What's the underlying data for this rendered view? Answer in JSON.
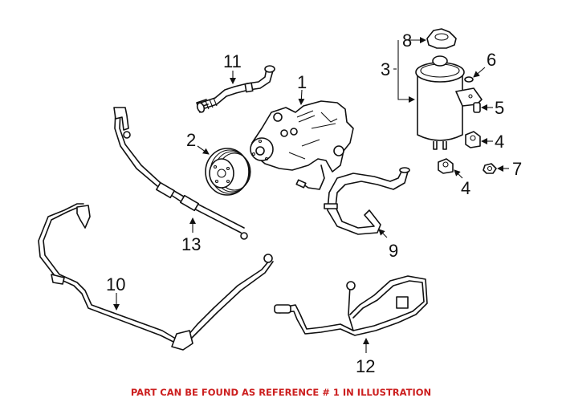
{
  "caption": {
    "text": "PART CAN BE FOUND AS REFERENCE # 1 IN ILLUSTRATION",
    "color": "#cc1f1f"
  },
  "callouts": [
    {
      "ref": "1",
      "part": "power-steering-pump"
    },
    {
      "ref": "2",
      "part": "pulley"
    },
    {
      "ref": "3",
      "part": "reservoir"
    },
    {
      "ref": "4",
      "part": "grommet-upper"
    },
    {
      "ref": "4",
      "part": "grommet-lower"
    },
    {
      "ref": "5",
      "part": "sleeve"
    },
    {
      "ref": "6",
      "part": "washer"
    },
    {
      "ref": "7",
      "part": "nut"
    },
    {
      "ref": "8",
      "part": "reservoir-cap"
    },
    {
      "ref": "9",
      "part": "return-hose"
    },
    {
      "ref": "10",
      "part": "pressure-line"
    },
    {
      "ref": "11",
      "part": "suction-hose"
    },
    {
      "ref": "12",
      "part": "return-line"
    },
    {
      "ref": "13",
      "part": "pressure-hose"
    }
  ]
}
